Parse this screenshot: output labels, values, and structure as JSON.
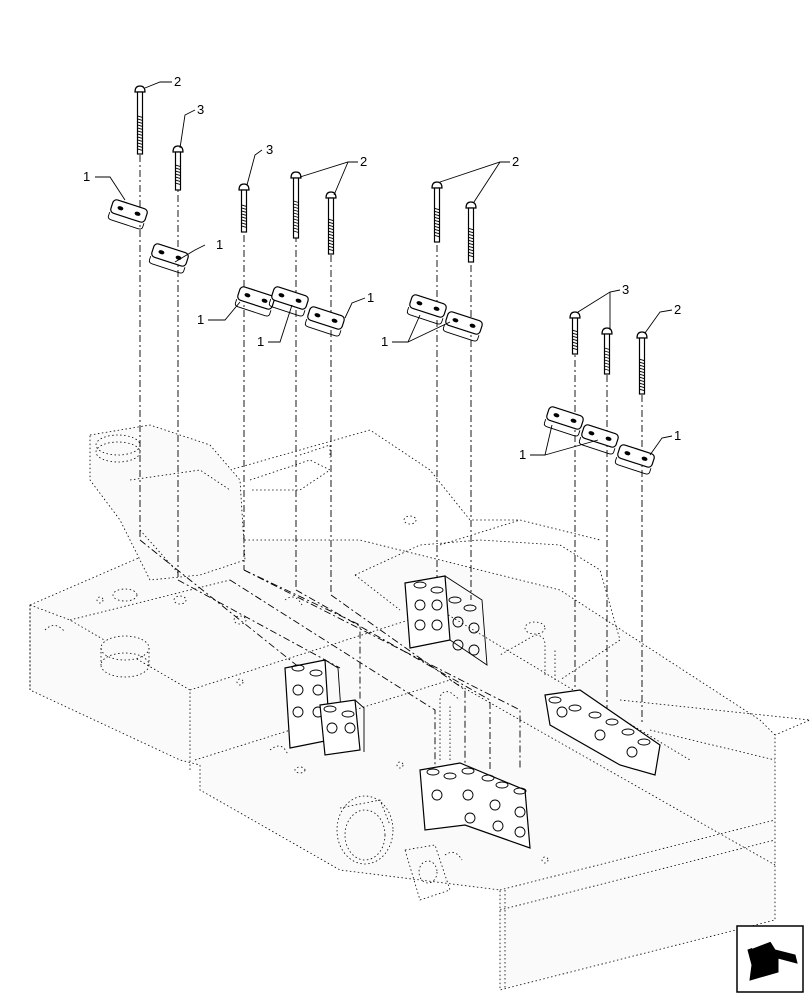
{
  "diagram": {
    "callouts": {
      "c2_a": "2",
      "c3_a": "3",
      "c1_a": "1",
      "c1_b": "1",
      "c3_b": "3",
      "c2_b": "2",
      "c1_c": "1",
      "c1_d": "1",
      "c1_e": "1",
      "c2_c": "2",
      "c1_f": "1",
      "c3_c": "3",
      "c2_d": "2",
      "c1_g": "1",
      "c1_h": "1"
    },
    "icons": {
      "nav": "arrow-back-icon",
      "part_clamp_plate": "clamp-plate-icon",
      "part_bolt": "bolt-icon",
      "part_clamp_block": "clamp-block-icon"
    },
    "colors": {
      "line": "#000000",
      "background": "#ffffff"
    }
  }
}
